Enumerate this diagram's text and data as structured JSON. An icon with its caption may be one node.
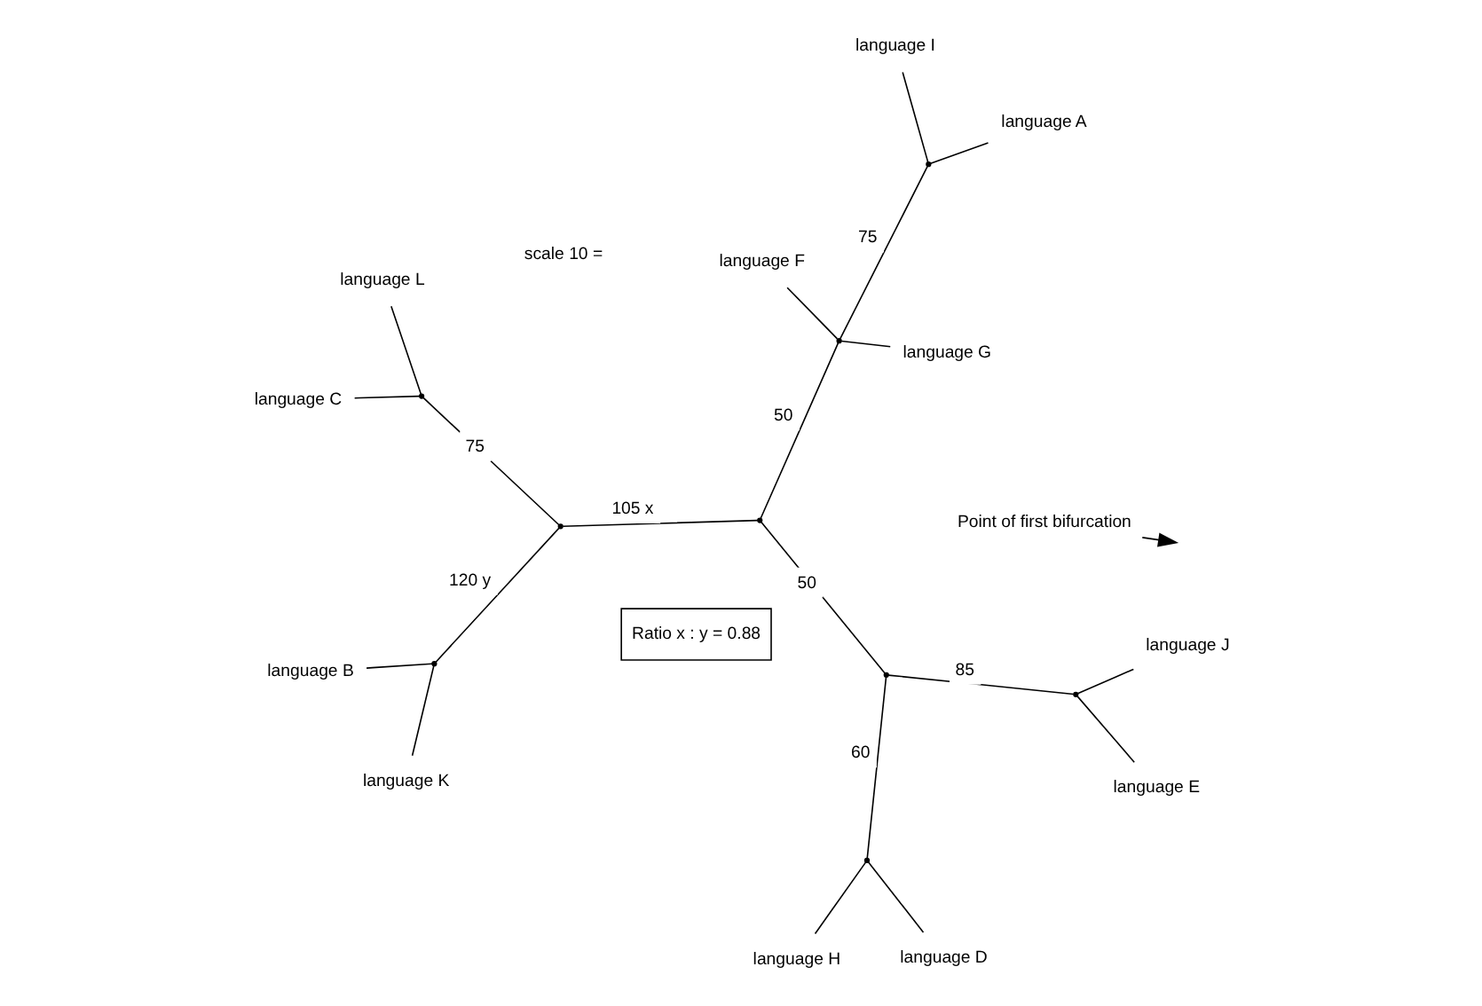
{
  "diagram": {
    "nodes": [
      {
        "text": [
          "language I"
        ]
      },
      {
        "text": [
          "language A"
        ]
      },
      {
        "text": [
          "Point of first bifurcation"
        ]
      },
      {
        "text": [
          "language G"
        ]
      },
      {
        "text": [
          "Ratio x : y = 0.88"
        ]
      },
      {
        "text": [
          "language F"
        ]
      },
      {
        "text": [
          "language J"
        ]
      },
      {
        "text": [
          "language B"
        ]
      },
      {
        "text": [
          "language K"
        ]
      },
      {
        "text": [
          "language E"
        ]
      },
      {
        "text": [
          "language H"
        ]
      },
      {
        "text": [
          "language C"
        ]
      },
      {
        "text": [
          "language D"
        ]
      },
      {
        "text": [
          "language L"
        ]
      },
      {
        "text": [],
        "shape": "point"
      },
      {
        "text": [],
        "shape": "point"
      },
      {
        "text": [],
        "shape": "point"
      },
      {
        "text": [],
        "shape": "point"
      },
      {
        "text": [],
        "shape": "point"
      },
      {
        "text": [],
        "shape": "point"
      },
      {
        "text": [],
        "shape": "point"
      },
      {
        "text": [],
        "shape": "point"
      },
      {
        "text": [],
        "shape": "point"
      }
    ],
    "edges": [
      {
        "from": 14,
        "to": 0,
        "arrow": "none"
      },
      {
        "from": 14,
        "to": 1,
        "arrow": "none"
      },
      {
        "from": 14,
        "to": 15,
        "arrow": "none",
        "label": "75"
      },
      {
        "from": 15,
        "to": 3,
        "arrow": "none"
      },
      {
        "from": 15,
        "to": 5,
        "arrow": "none"
      },
      {
        "from": 15,
        "to": 16,
        "arrow": "none",
        "label": "50"
      },
      {
        "from": 16,
        "to": 18,
        "arrow": "none",
        "label": "50"
      },
      {
        "from": 16,
        "to": 20,
        "arrow": "none",
        "label": "105 x"
      },
      {
        "from": 18,
        "to": 19,
        "arrow": "none",
        "label": "85"
      },
      {
        "from": 19,
        "to": 6,
        "arrow": "none"
      },
      {
        "from": 19,
        "to": 9,
        "arrow": "none"
      },
      {
        "from": 18,
        "to": 21,
        "arrow": "none",
        "label": "60"
      },
      {
        "from": 21,
        "to": 10,
        "arrow": "none"
      },
      {
        "from": 21,
        "to": 12,
        "arrow": "none"
      },
      {
        "from": 20,
        "to": 17,
        "arrow": "none",
        "label": "120 y"
      },
      {
        "from": 17,
        "to": 7,
        "arrow": "none"
      },
      {
        "from": 17,
        "to": 8,
        "arrow": "none"
      },
      {
        "from": 20,
        "to": 22,
        "arrow": "none",
        "label": "75"
      },
      {
        "from": 22,
        "to": 11,
        "arrow": "none"
      },
      {
        "from": 22,
        "to": 13,
        "arrow": "none"
      },
      {
        "from": 2,
        "to": null,
        "arrow": "to"
      }
    ],
    "labels": [
      "scale 10 ="
    ]
  }
}
